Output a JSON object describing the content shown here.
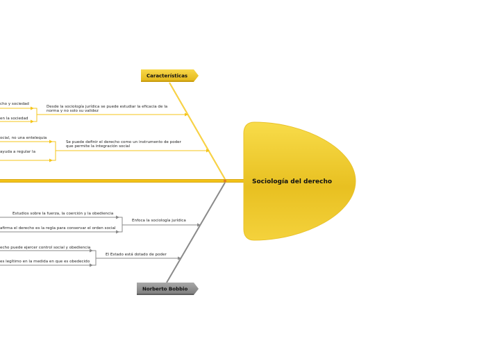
{
  "central_topic": "Sociología del derecho",
  "branches": {
    "top": {
      "label": "Características",
      "color": "#f5c518",
      "children": [
        {
          "text_lines": [
            "Desde la sociología jurídica se puede estudiar la eficacia de la",
            "norma y no solo su validez"
          ],
          "sub": [
            "cho y sociedad",
            "en la sociedad"
          ]
        },
        {
          "text_lines": [
            "Se puede definir el derecho como un instrumento de poder",
            "que permite la integración social"
          ],
          "sub": [
            "ocial, no una entelequia",
            "ayuda a regular la",
            ""
          ]
        }
      ]
    },
    "bottom": {
      "label": "Norberto Bobbio",
      "color": "#8a8a8a",
      "children": [
        {
          "text": "Enfoca la sociología jurídica",
          "sub": [
            "Estudios sobre la fuerza, la coerción y la obediencia",
            "afirma el derecho es la regla para conservar el orden social"
          ]
        },
        {
          "text": "El Estado está dotado de poder",
          "sub": [
            "echo puede ejercer control social y obediencia",
            "es legítimo en la medida en que es obedecido"
          ]
        }
      ]
    }
  }
}
